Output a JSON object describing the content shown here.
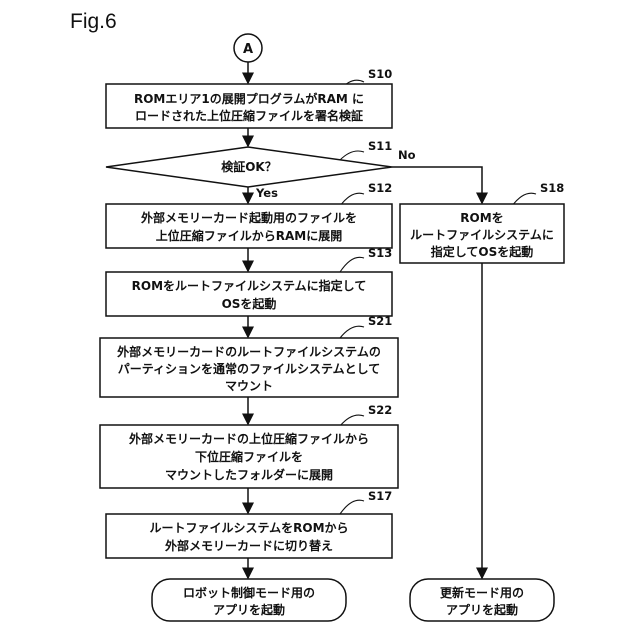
{
  "figure": {
    "title": "Fig.6"
  },
  "connector": {
    "label": "A"
  },
  "steps": {
    "s10": {
      "label": "S10",
      "lines": [
        "ROMエリア1の展開プログラムがRAM に",
        "ロードされた上位圧縮ファイルを署名検証"
      ]
    },
    "s11": {
      "label": "S11",
      "lines": [
        "検証OK？"
      ],
      "yes": "Yes",
      "no": "No"
    },
    "s12": {
      "label": "S12",
      "lines": [
        "外部メモリーカード起動用のファイルを",
        "上位圧縮ファイルからRAMに展開"
      ]
    },
    "s13": {
      "label": "S13",
      "lines": [
        "ROMをルートファイルシステムに指定して",
        "OSを起動"
      ]
    },
    "s21": {
      "label": "S21",
      "lines": [
        "外部メモリーカードのルートファイルシステムの",
        "パーティションを通常のファイルシステムとして",
        "マウント"
      ]
    },
    "s22": {
      "label": "S22",
      "lines": [
        "外部メモリーカードの上位圧縮ファイルから",
        "下位圧縮ファイルを",
        "マウントしたフォルダーに展開"
      ]
    },
    "s17": {
      "label": "S17",
      "lines": [
        "ルートファイルシステムをROMから",
        "外部メモリーカードに切り替え"
      ]
    },
    "s18": {
      "label": "S18",
      "lines": [
        "ROMを",
        "ルートファイルシステムに",
        "指定してOSを起動"
      ]
    }
  },
  "terminals": {
    "robot": {
      "lines": [
        "ロボット制御モード用の",
        "アプリを起動"
      ]
    },
    "update": {
      "lines": [
        "更新モード用の",
        "アプリを起動"
      ]
    }
  }
}
